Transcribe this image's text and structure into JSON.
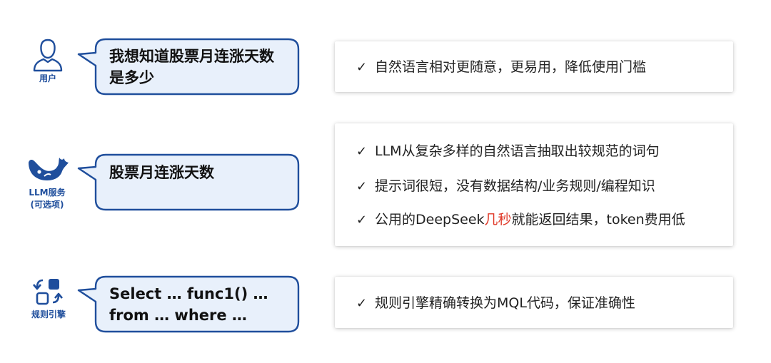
{
  "rows": [
    {
      "actor_label": "用户",
      "actor_icon": "user-icon",
      "bubble_lines": [
        "我想知道股票月连涨天数",
        "是多少"
      ],
      "notes": [
        {
          "before": "自然语言相对更随意，更易用，降低使用门槛",
          "highlight": "",
          "after": ""
        }
      ]
    },
    {
      "actor_label_lines": [
        "LLM服务",
        "(可选项)"
      ],
      "actor_icon": "whale-icon",
      "bubble_lines": [
        "股票月连涨天数"
      ],
      "notes": [
        {
          "before": "LLM从复杂多样的自然语言抽取出较规范的词句",
          "highlight": "",
          "after": ""
        },
        {
          "before": "提示词很短，没有数据结构/业务规则/编程知识",
          "highlight": "",
          "after": ""
        },
        {
          "before": "公用的DeepSeek",
          "highlight": "几秒",
          "after": "就能返回结果，token费用低"
        }
      ]
    },
    {
      "actor_label": "规则引擎",
      "actor_icon": "rule-engine-icon",
      "bubble_lines": [
        "Select … func1() …",
        "from … where …"
      ],
      "notes": [
        {
          "before": "规则引擎精确转换为MQL代码，保证准确性",
          "highlight": "",
          "after": ""
        }
      ]
    }
  ],
  "check_mark": "✓",
  "colors": {
    "accent": "#1f4e9c",
    "bubble_fill": "#e8f0fb",
    "highlight": "#e03a2a"
  }
}
